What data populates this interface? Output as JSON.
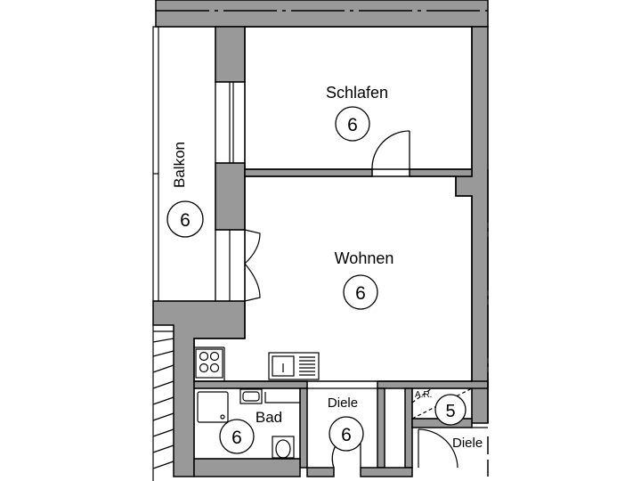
{
  "rooms": {
    "balkon": {
      "name": "Balkon",
      "number": "6"
    },
    "schlafen": {
      "name": "Schlafen",
      "number": "6"
    },
    "wohnen": {
      "name": "Wohnen",
      "number": "6"
    },
    "bad": {
      "name": "Bad",
      "number": "6"
    },
    "diele": {
      "name": "Diele",
      "number": "6"
    },
    "ar": {
      "name": "A.R.",
      "number": "5"
    },
    "diele2": {
      "name": "Diele"
    }
  },
  "colors": {
    "wall": "#999999",
    "outline": "#000000",
    "background": "#ffffff"
  }
}
